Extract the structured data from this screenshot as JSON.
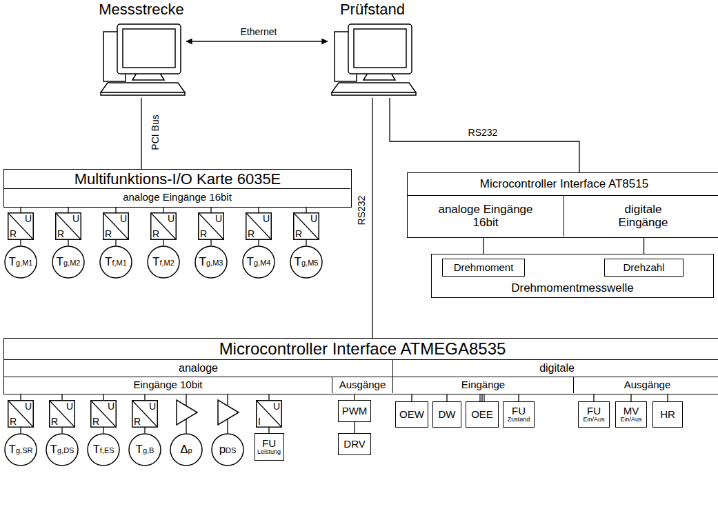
{
  "diagram": {
    "nodes": [
      {
        "text": [
          "Messstrecke"
        ]
      },
      {
        "text": [
          "Prüfstand"
        ]
      },
      {
        "text": [
          "Multifunktions-I/O Karte 6035E"
        ]
      },
      {
        "text": [
          "analoge Eingänge 16bit"
        ],
        "in": 2
      },
      {
        "text": [
          "U",
          "R"
        ]
      },
      {
        "text": [
          "U",
          "R"
        ]
      },
      {
        "text": [
          "U",
          "R"
        ]
      },
      {
        "text": [
          "U",
          "R"
        ]
      },
      {
        "text": [
          "U",
          "R"
        ]
      },
      {
        "text": [
          "U",
          "R"
        ]
      },
      {
        "text": [
          "U",
          "R"
        ]
      },
      {
        "text": [
          "Tg,M1"
        ]
      },
      {
        "text": [
          "Tg,M2"
        ]
      },
      {
        "text": [
          "Tf,M1"
        ]
      },
      {
        "text": [
          "Tf,M2"
        ]
      },
      {
        "text": [
          "Tg,M3"
        ]
      },
      {
        "text": [
          "Tg,M4"
        ]
      },
      {
        "text": [
          "Tg,M5"
        ]
      },
      {
        "text": [
          "Microcontroller Interface AT8515"
        ]
      },
      {
        "text": [
          "analoge Eingänge 16bit"
        ],
        "in": 18
      },
      {
        "text": [
          "digitale Eingänge"
        ],
        "in": 18
      },
      {
        "text": [
          "Drehmomentmesswelle"
        ]
      },
      {
        "text": [
          "Drehmoment"
        ],
        "in": 21
      },
      {
        "text": [
          "Drehzahl"
        ],
        "in": 21
      },
      {
        "text": [
          "Microcontroller Interface ATMEGA8535"
        ]
      },
      {
        "text": [
          "analoge"
        ],
        "in": 24
      },
      {
        "text": [
          "digitale"
        ],
        "in": 24
      },
      {
        "text": [
          "Eingänge 10bit"
        ],
        "in": 24
      },
      {
        "text": [
          "Ausgänge"
        ],
        "in": 24
      },
      {
        "text": [
          "Eingänge"
        ],
        "in": 24
      },
      {
        "text": [
          "Ausgänge"
        ],
        "in": 24
      },
      {
        "text": [
          "U",
          "R"
        ]
      },
      {
        "text": [
          "U",
          "R"
        ]
      },
      {
        "text": [
          "U",
          "R"
        ]
      },
      {
        "text": [
          "U",
          "R"
        ]
      },
      {
        "text": [
          "Tg,SR"
        ]
      },
      {
        "text": [
          "Tg,DS"
        ]
      },
      {
        "text": [
          "Tf,ES"
        ]
      },
      {
        "text": [
          "Tg,B"
        ]
      },
      {
        "text": [
          "Δp"
        ]
      },
      {
        "text": [
          "pDS"
        ]
      },
      {
        "text": [
          "U",
          "I"
        ]
      },
      {
        "text": [
          "FU",
          "Leistung"
        ]
      },
      {
        "text": [
          "PWM"
        ]
      },
      {
        "text": [
          "DRV"
        ]
      },
      {
        "text": [
          "OEW"
        ]
      },
      {
        "text": [
          "DW"
        ]
      },
      {
        "text": [
          "OEE"
        ]
      },
      {
        "text": [
          "FU",
          "Zustand"
        ]
      },
      {
        "text": [
          "FU",
          "Ein/Aus"
        ]
      },
      {
        "text": [
          "MV",
          "Ein/Aus"
        ]
      },
      {
        "text": [
          "HR"
        ]
      }
    ],
    "edges": [
      {
        "from": 0,
        "to": 1,
        "arrow": "both",
        "label": "Ethernet"
      },
      {
        "from": 0,
        "to": 2,
        "arrow": "none",
        "label": "PCI Bus"
      },
      {
        "from": 1,
        "to": 18,
        "arrow": "none",
        "label": "RS232"
      },
      {
        "from": 1,
        "to": 24,
        "arrow": "none",
        "label": "RS232"
      },
      {
        "from": 3,
        "to": 4,
        "arrow": "none"
      },
      {
        "from": 3,
        "to": 5,
        "arrow": "none"
      },
      {
        "from": 3,
        "to": 6,
        "arrow": "none"
      },
      {
        "from": 3,
        "to": 7,
        "arrow": "none"
      },
      {
        "from": 3,
        "to": 8,
        "arrow": "none"
      },
      {
        "from": 3,
        "to": 9,
        "arrow": "none"
      },
      {
        "from": 3,
        "to": 10,
        "arrow": "none"
      },
      {
        "from": 4,
        "to": 11,
        "arrow": "none"
      },
      {
        "from": 5,
        "to": 12,
        "arrow": "none"
      },
      {
        "from": 6,
        "to": 13,
        "arrow": "none"
      },
      {
        "from": 7,
        "to": 14,
        "arrow": "none"
      },
      {
        "from": 8,
        "to": 15,
        "arrow": "none"
      },
      {
        "from": 9,
        "to": 16,
        "arrow": "none"
      },
      {
        "from": 10,
        "to": 17,
        "arrow": "none"
      },
      {
        "from": 19,
        "to": 22,
        "arrow": "none"
      },
      {
        "from": 20,
        "to": 23,
        "arrow": "none"
      },
      {
        "from": 27,
        "to": 31,
        "arrow": "none"
      },
      {
        "from": 27,
        "to": 32,
        "arrow": "none"
      },
      {
        "from": 27,
        "to": 33,
        "arrow": "none"
      },
      {
        "from": 27,
        "to": 34,
        "arrow": "none"
      },
      {
        "from": 31,
        "to": 35,
        "arrow": "none"
      },
      {
        "from": 32,
        "to": 36,
        "arrow": "none"
      },
      {
        "from": 33,
        "to": 37,
        "arrow": "none"
      },
      {
        "from": 34,
        "to": 38,
        "arrow": "none"
      },
      {
        "from": 27,
        "to": 39,
        "arrow": "none"
      },
      {
        "from": 27,
        "to": 40,
        "arrow": "none"
      },
      {
        "from": 27,
        "to": 41,
        "arrow": "none"
      },
      {
        "from": 41,
        "to": 42,
        "arrow": "none"
      },
      {
        "from": 28,
        "to": 43,
        "arrow": "none"
      },
      {
        "from": 43,
        "to": 44,
        "arrow": "none"
      },
      {
        "from": 29,
        "to": 45,
        "arrow": "none"
      },
      {
        "from": 29,
        "to": 46,
        "arrow": "none"
      },
      {
        "from": 29,
        "to": 47,
        "arrow": "none"
      },
      {
        "from": 29,
        "to": 48,
        "arrow": "none"
      },
      {
        "from": 30,
        "to": 49,
        "arrow": "none"
      },
      {
        "from": 30,
        "to": 50,
        "arrow": "none"
      },
      {
        "from": 30,
        "to": 51,
        "arrow": "none"
      }
    ]
  }
}
